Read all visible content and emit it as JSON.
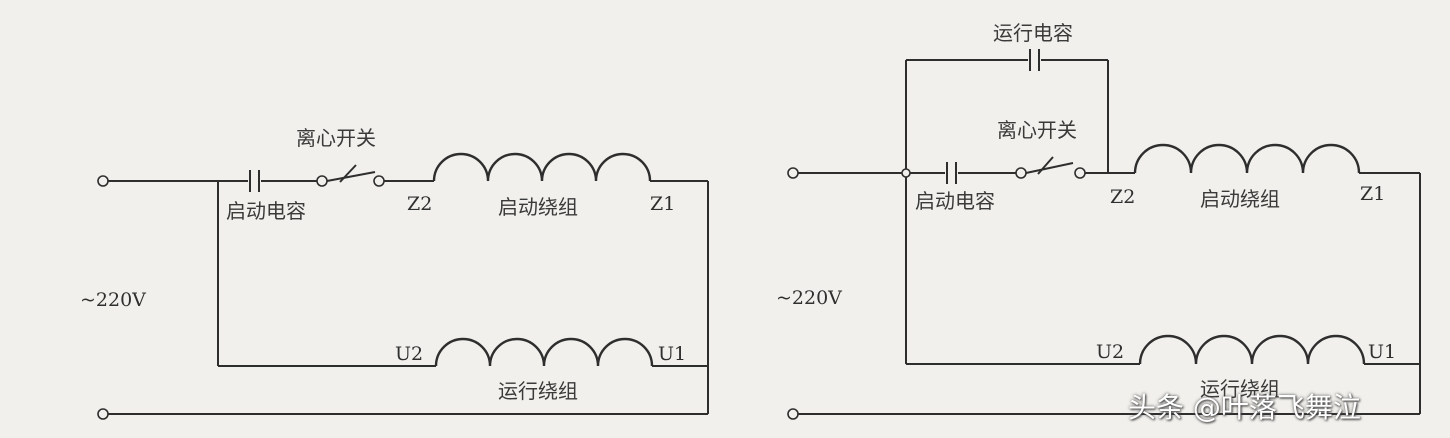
{
  "left_diagram": {
    "start_cap_label": "启动电容",
    "switch_label": "离心开关",
    "start_winding_label": "启动绕组",
    "run_winding_label": "运行绕组",
    "z2": "Z2",
    "z1": "Z1",
    "u2": "U2",
    "u1": "U1",
    "voltage": "~220V"
  },
  "right_diagram": {
    "run_cap_label": "运行电容",
    "start_cap_label": "启动电容",
    "switch_label": "离心开关",
    "start_winding_label": "启动绕组",
    "run_winding_label": "运行绕组",
    "z2": "Z2",
    "z1": "Z1",
    "u2": "U2",
    "u1": "U1",
    "voltage": "~220V"
  },
  "watermark": "头条 @叶落飞舞泣"
}
